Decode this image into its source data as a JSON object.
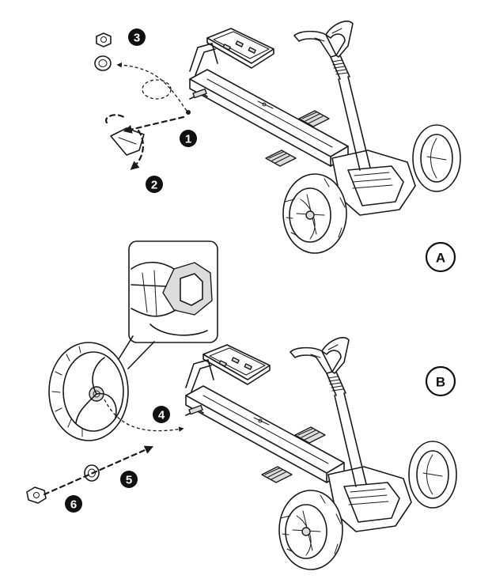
{
  "panels": {
    "a": "A",
    "b": "B"
  },
  "steps": [
    "1",
    "2",
    "3",
    "4",
    "5",
    "6"
  ]
}
